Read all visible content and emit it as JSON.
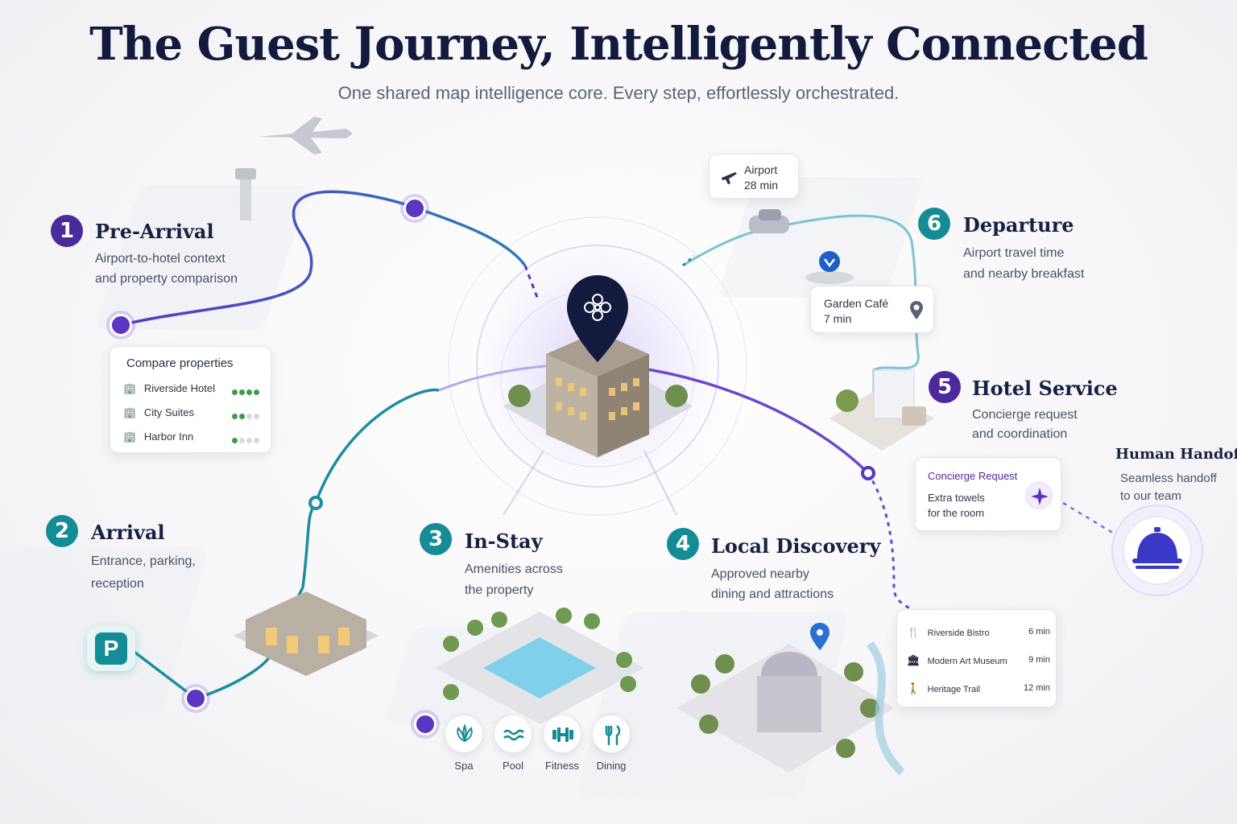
{
  "header": {
    "title": "The Guest Journey, Intelligently Connected",
    "subtitle": "One shared map intelligence core. Every step, effortlessly orchestrated."
  },
  "steps": [
    {
      "number": "1",
      "title": "Pre-Arrival",
      "desc_line1": "Airport-to-hotel context",
      "desc_line2": "and property comparison"
    },
    {
      "number": "2",
      "title": "Arrival",
      "desc_line1": "Entrance, parking,",
      "desc_line2": "reception"
    },
    {
      "number": "3",
      "title": "In-Stay",
      "desc_line1": "Amenities across",
      "desc_line2": "the property"
    },
    {
      "number": "4",
      "title": "Local Discovery",
      "desc_line1": "Approved nearby",
      "desc_line2": "dining and attractions"
    },
    {
      "number": "5",
      "title": "Hotel Service",
      "desc_line1": "Concierge request",
      "desc_line2": "and coordination"
    },
    {
      "number": "6",
      "title": "Departure",
      "desc_line1": "Airport travel time",
      "desc_line2": "and nearby breakfast"
    }
  ],
  "compare": {
    "title": "Compare properties",
    "rows": [
      {
        "name": "Riverside Hotel",
        "rating": 4
      },
      {
        "name": "City Suites",
        "rating": 2
      },
      {
        "name": "Harbor Inn",
        "rating": 1
      }
    ]
  },
  "parking": {
    "label": "P"
  },
  "amenities": [
    {
      "label": "Spa",
      "icon": "lotus-icon"
    },
    {
      "label": "Pool",
      "icon": "waves-icon"
    },
    {
      "label": "Fitness",
      "icon": "dumbbell-icon"
    },
    {
      "label": "Dining",
      "icon": "utensils-icon"
    }
  ],
  "nearby": [
    {
      "name": "Riverside Bistro",
      "time": "6 min",
      "icon": "utensils-icon"
    },
    {
      "name": "Modern Art Museum",
      "time": "9 min",
      "icon": "museum-icon"
    },
    {
      "name": "Heritage Trail",
      "time": "12 min",
      "icon": "walking-icon"
    }
  ],
  "concierge": {
    "title": "Concierge Request",
    "line1": "Extra towels",
    "line2": "for the room"
  },
  "handoff": {
    "title": "Human Handoff",
    "line1": "Seamless handoff",
    "line2": "to our team"
  },
  "airport_card": {
    "line1": "Airport",
    "line2": "28 min"
  },
  "cafe_card": {
    "line1": "Garden Café",
    "line2": "7 min"
  },
  "colors": {
    "navy": "#121a3d",
    "purple": "#4b2a9e",
    "teal": "#148c96",
    "rating": "#3f9a4a"
  }
}
